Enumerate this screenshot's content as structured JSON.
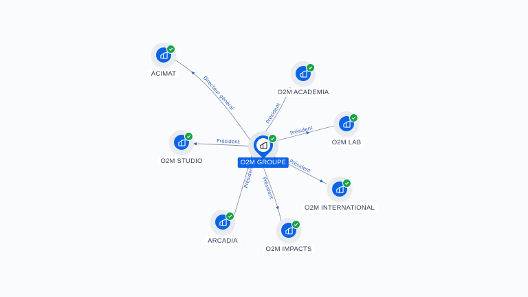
{
  "colors": {
    "node": "#0b63e5",
    "verified": "#17a34a",
    "edge_label": "#3b63c4",
    "edge_line": "#8a94a6",
    "label_text": "#33415c"
  },
  "center": {
    "id": "center",
    "label": "O2M GROUPE",
    "icon": "building-icon",
    "verified_icon": "check-badge-icon"
  },
  "nodes": [
    {
      "id": "acimat",
      "label": "ACIMAT",
      "icon": "building-icon",
      "verified_icon": "check-badge-icon"
    },
    {
      "id": "academia",
      "label": "O2M ACADEMIA",
      "icon": "building-icon",
      "verified_icon": "check-badge-icon"
    },
    {
      "id": "lab",
      "label": "O2M LAB",
      "icon": "building-icon",
      "verified_icon": "check-badge-icon"
    },
    {
      "id": "studio",
      "label": "O2M STUDIO",
      "icon": "building-icon",
      "verified_icon": "check-badge-icon"
    },
    {
      "id": "international",
      "label": "O2M INTERNATIONAL",
      "icon": "building-icon",
      "verified_icon": "check-badge-icon"
    },
    {
      "id": "arcadia",
      "label": "ARCADIA",
      "icon": "building-icon",
      "verified_icon": "check-badge-icon"
    },
    {
      "id": "impacts",
      "label": "O2M IMPACTS",
      "icon": "building-icon",
      "verified_icon": "check-badge-icon"
    }
  ],
  "edges": [
    {
      "target": "acimat",
      "label": "Directeur général"
    },
    {
      "target": "academia",
      "label": "Président"
    },
    {
      "target": "lab",
      "label": "Président"
    },
    {
      "target": "studio",
      "label": "Président"
    },
    {
      "target": "international",
      "label": "Président"
    },
    {
      "target": "arcadia",
      "label": "Président"
    },
    {
      "target": "impacts",
      "label": "Président"
    }
  ]
}
